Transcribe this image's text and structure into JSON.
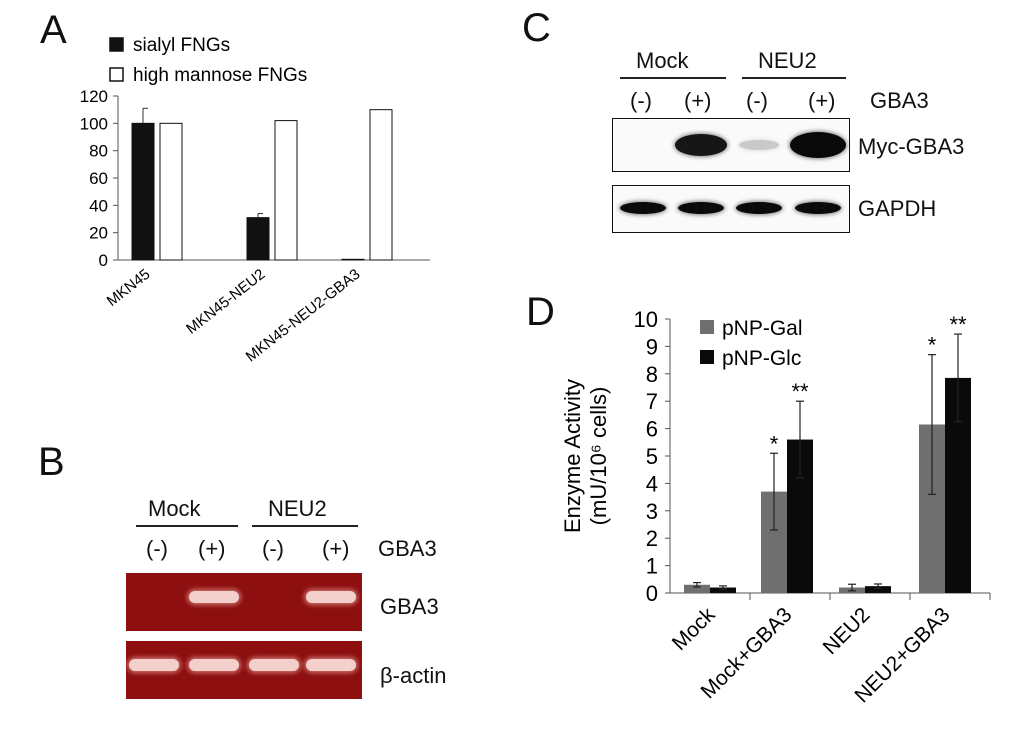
{
  "panels": {
    "A": "A",
    "B": "B",
    "C": "C",
    "D": "D"
  },
  "colors": {
    "sialyl": "#111111",
    "high_mannose": "#ffffff",
    "pnp_gal": "#6f6f6f",
    "pnp_glc": "#0a0a0a",
    "gel_bg": "#8d0f0f",
    "gel_band": "#f4d0cc"
  },
  "chart_data": [
    {
      "id": "A",
      "type": "bar",
      "categories": [
        "MKN45",
        "MKN45-NEU2",
        "MKN45-NEU2-GBA3"
      ],
      "series": [
        {
          "name": "sialyl FNGs",
          "values": [
            100,
            31,
            0.5
          ],
          "errors": [
            11,
            3,
            0
          ]
        },
        {
          "name": "high mannose FNGs",
          "values": [
            100,
            102,
            110
          ],
          "errors": [
            0,
            0,
            0
          ]
        }
      ],
      "ylim": [
        0,
        120
      ],
      "yticks": [
        "0",
        "20",
        "40",
        "60",
        "80",
        "100",
        "120"
      ],
      "legend": "top-left"
    },
    {
      "id": "D",
      "type": "bar",
      "categories": [
        "Mock",
        "Mock+GBA3",
        "NEU2",
        "NEU2+GBA3"
      ],
      "series": [
        {
          "name": "pNP-Gal",
          "values": [
            0.3,
            3.7,
            0.2,
            6.15
          ],
          "errors": [
            0.08,
            1.4,
            0.12,
            2.55
          ],
          "sig": [
            "",
            "*",
            "",
            "*"
          ]
        },
        {
          "name": "pNP-Glc",
          "values": [
            0.2,
            5.6,
            0.25,
            7.85
          ],
          "errors": [
            0.06,
            1.4,
            0.08,
            1.6
          ],
          "sig": [
            "",
            "**",
            "",
            "**"
          ]
        }
      ],
      "ylabel_line1": "Enzyme Activity",
      "ylabel_line2": "(mU/10⁶ cells)",
      "ylim": [
        0,
        10
      ],
      "yticks": [
        "0",
        "1",
        "2",
        "3",
        "4",
        "5",
        "6",
        "7",
        "8",
        "9",
        "10"
      ],
      "legend": "top-left"
    }
  ],
  "gel_B": {
    "group_labels": [
      "Mock",
      "NEU2"
    ],
    "lane_labels": [
      "(-)",
      "(+)",
      "(-)",
      "(+)"
    ],
    "condition_label": "GBA3",
    "rows": [
      {
        "label": "GBA3",
        "bands": [
          0,
          1,
          0,
          1
        ]
      },
      {
        "label": "β-actin",
        "bands": [
          1,
          1,
          1,
          1
        ]
      }
    ]
  },
  "blot_C": {
    "group_labels": [
      "Mock",
      "NEU2"
    ],
    "lane_labels": [
      "(-)",
      "(+)",
      "(-)",
      "(+)"
    ],
    "condition_label": "GBA3",
    "rows": [
      {
        "label": "Myc-GBA3",
        "bands": [
          0,
          0.8,
          0.05,
          1
        ]
      },
      {
        "label": "GAPDH",
        "bands": [
          1,
          1,
          1,
          1
        ]
      }
    ]
  }
}
